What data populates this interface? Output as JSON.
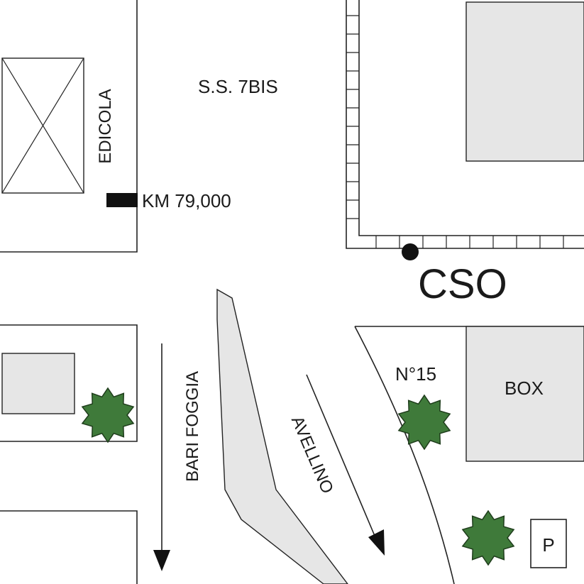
{
  "labels": {
    "road_main": "S.S. 7BIS",
    "kiosk": "EDICOLA",
    "km_marker": "KM 79,000",
    "destination": "CSO",
    "house_number": "N°15",
    "garage": "BOX",
    "parking": "P",
    "direction_bari_foggia": "BARI FOGGIA",
    "direction_avellino": "AVELLINO"
  },
  "colors": {
    "background": "#ffffff",
    "line": "#222222",
    "building_fill": "#e6e6e6",
    "tree_fill": "#3f7a3a",
    "marker": "#111111"
  },
  "icons": {
    "destination_marker": "location-dot-icon",
    "km_marker": "milestone-icon",
    "tree": "tree-icon",
    "parking": "parking-sign-icon",
    "arrow": "direction-arrow-icon"
  }
}
